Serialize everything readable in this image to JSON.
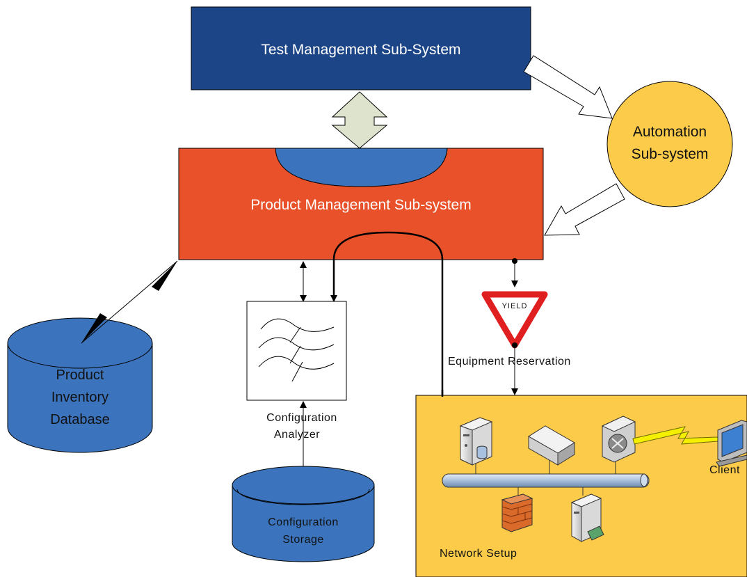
{
  "colors": {
    "test_mgmt_fill": "#1c4587",
    "product_mgmt_fill": "#e8512a",
    "automation_fill": "#fccb4a",
    "network_fill": "#fccb4a",
    "database_fill": "#3b73bd",
    "double_arrow_fill": "#dde3cc",
    "yield_border": "#e02020"
  },
  "nodes": {
    "test_management": {
      "label": "Test Management Sub-System"
    },
    "product_management": {
      "label": "Product Management Sub-system"
    },
    "automation": {
      "line1": "Automation",
      "line2": "Sub-system"
    },
    "product_inventory_db": {
      "line1": "Product",
      "line2": "Inventory",
      "line3": "Database"
    },
    "configuration_analyzer": {
      "line1": "Configuration",
      "line2": "Analyzer"
    },
    "configuration_storage": {
      "line1": "Configuration",
      "line2": "Storage"
    },
    "yield_sign": {
      "label": "YIELD"
    },
    "equipment_reservation": {
      "label": "Equipment Reservation"
    },
    "network_setup": {
      "label": "Network Setup"
    },
    "client": {
      "label": "Client"
    }
  },
  "icons": [
    "server-icon",
    "switch-box-icon",
    "router-icon",
    "firewall-icon",
    "server-with-card-icon",
    "client-computer-icon",
    "lightning-link-icon",
    "network-bus-icon",
    "yield-sign-icon"
  ]
}
